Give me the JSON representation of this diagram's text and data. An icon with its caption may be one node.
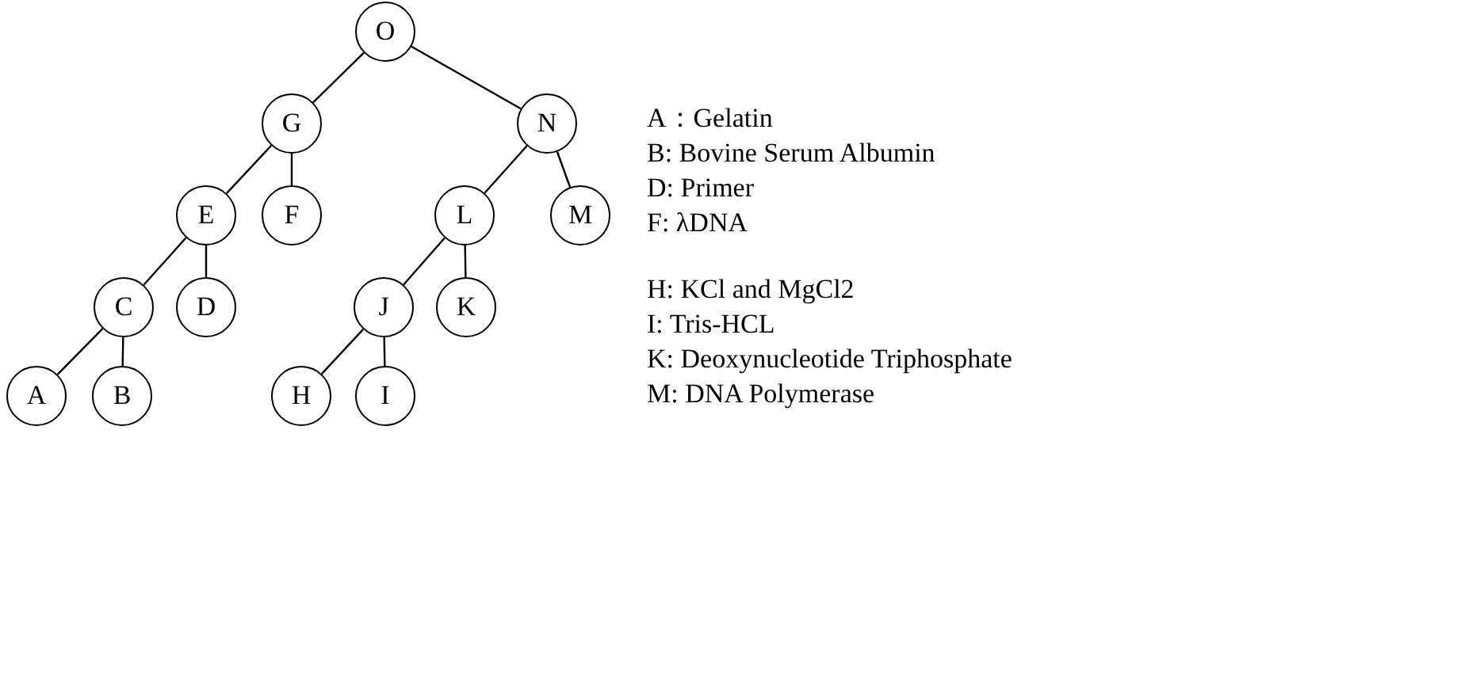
{
  "diagram": {
    "nodes": [
      {
        "text": [
          "O"
        ]
      },
      {
        "text": [
          "G"
        ]
      },
      {
        "text": [
          "N"
        ]
      },
      {
        "text": [
          "E"
        ]
      },
      {
        "text": [
          "F"
        ]
      },
      {
        "text": [
          "L"
        ]
      },
      {
        "text": [
          "M"
        ]
      },
      {
        "text": [
          "C"
        ]
      },
      {
        "text": [
          "D"
        ]
      },
      {
        "text": [
          "J"
        ]
      },
      {
        "text": [
          "K"
        ]
      },
      {
        "text": [
          "A"
        ]
      },
      {
        "text": [
          "B"
        ]
      },
      {
        "text": [
          "H"
        ]
      },
      {
        "text": [
          "I"
        ]
      }
    ],
    "edges": [
      {
        "from": 0,
        "to": 1,
        "arrow": "none"
      },
      {
        "from": 0,
        "to": 2,
        "arrow": "none"
      },
      {
        "from": 1,
        "to": 3,
        "arrow": "none"
      },
      {
        "from": 1,
        "to": 4,
        "arrow": "none"
      },
      {
        "from": 2,
        "to": 5,
        "arrow": "none"
      },
      {
        "from": 2,
        "to": 6,
        "arrow": "none"
      },
      {
        "from": 3,
        "to": 7,
        "arrow": "none"
      },
      {
        "from": 3,
        "to": 8,
        "arrow": "none"
      },
      {
        "from": 5,
        "to": 9,
        "arrow": "none"
      },
      {
        "from": 5,
        "to": 10,
        "arrow": "none"
      },
      {
        "from": 7,
        "to": 11,
        "arrow": "none"
      },
      {
        "from": 7,
        "to": 12,
        "arrow": "none"
      },
      {
        "from": 9,
        "to": 13,
        "arrow": "none"
      },
      {
        "from": 9,
        "to": 14,
        "arrow": "none"
      }
    ],
    "labels": [
      "A：Gelatin",
      "B: Bovine Serum Albumin",
      "D: Primer",
      "F: λDNA",
      "H: KCl and MgCl2",
      "I: Tris-HCL",
      "K: Deoxynucleotide Triphosphate",
      "M: DNA Polymerase"
    ]
  }
}
